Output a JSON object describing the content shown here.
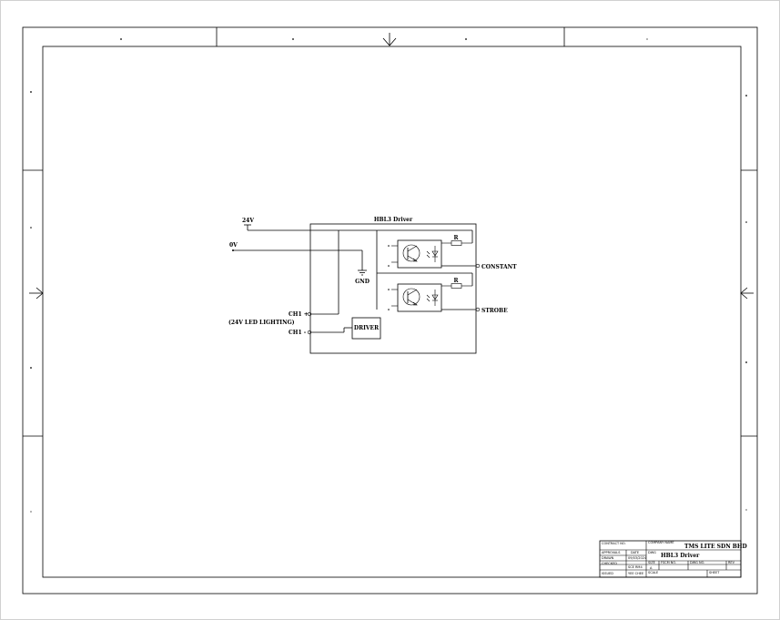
{
  "diagram": {
    "supply_24v_label": "24V",
    "supply_0v_label": "0V",
    "gnd_label": "GND",
    "box_title": "HBL3 Driver",
    "ch1_plus_label": "CH1 +",
    "ch1_minus_label": "CH1 -",
    "lighting_label": "(24V LED LIGHTING)",
    "driver_label": "DRIVER",
    "resistor_label_1": "R",
    "resistor_label_2": "R",
    "output_constant": "CONSTANT",
    "output_strobe": "STROBE"
  },
  "title_block": {
    "contract_no_label": "CONTRACT NO.",
    "company_name_label": "COMPANY NAME",
    "company_name": "TMS LITE SDN BHD",
    "approvals_label": "APPROVALS",
    "date_label": "DATE",
    "dwg_label": "DWG",
    "drawing_title": "HBL3 Driver",
    "drawn_label": "DRAWN",
    "drawn_date": "09/03/2024",
    "size_label": "SIZE",
    "size_value": "A",
    "fscm_label": "FSCM NO.",
    "dwg_no_label": "DWG NO.",
    "rev_label": "REV",
    "checked_label": "CHECKED",
    "checked_value": "SCE RM4",
    "issued_label": "ISSUED",
    "issued_value": "YEE CHEE",
    "scale_label": "SCALE",
    "sheet_label": "SHEET"
  }
}
